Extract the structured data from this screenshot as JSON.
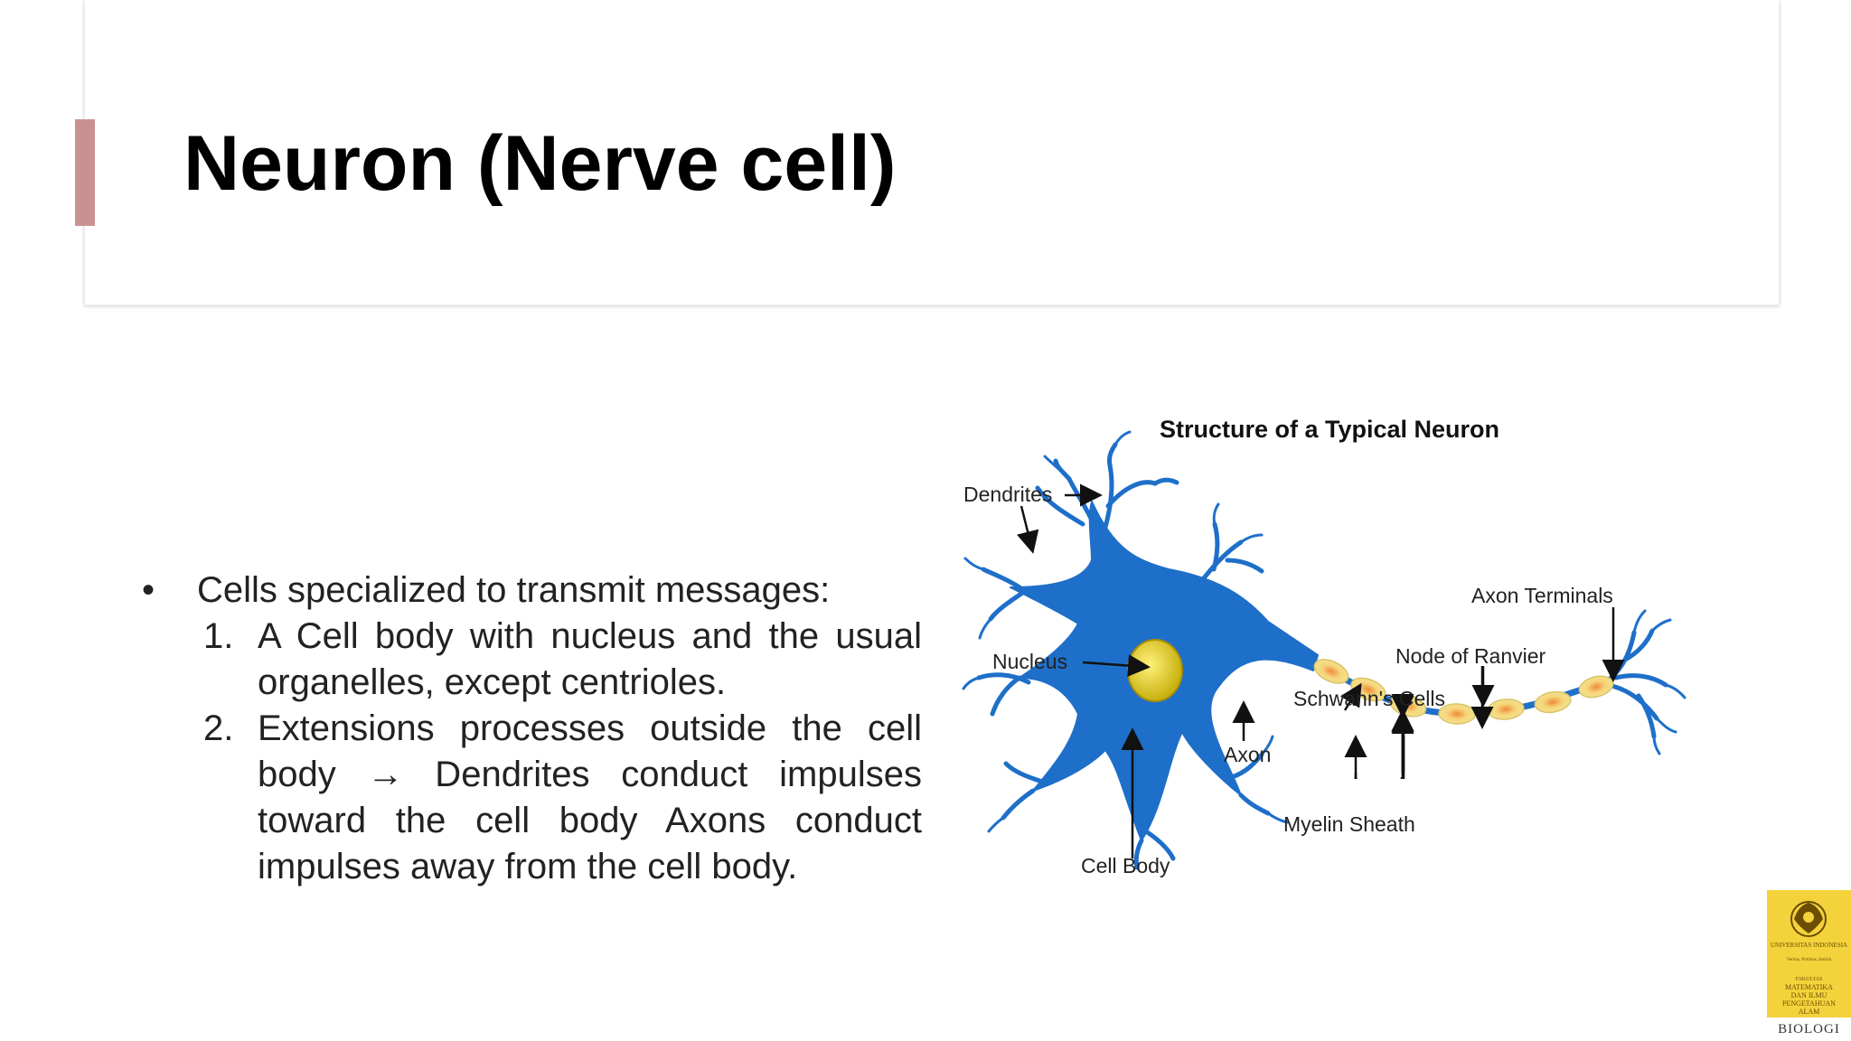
{
  "slide": {
    "title": "Neuron (Nerve cell)",
    "bullet_symbol": "•",
    "bullet_text": "Cells specialized to transmit messages:",
    "numbered_items": [
      {
        "label": "1.",
        "text": "A Cell body with nucleus and the usual organelles, except centrioles."
      },
      {
        "label": "2.",
        "text": "Extensions processes outside the cell body → Dendrites conduct impulses toward the cell body Axons conduct impulses away from the cell body."
      }
    ],
    "accent_color": "#c99290"
  },
  "diagram": {
    "title": "Structure of a Typical Neuron",
    "labels": {
      "dendrites": "Dendrites",
      "nucleus": "Nucleus",
      "cell_body": "Cell Body",
      "axon": "Axon",
      "schwann_cells": "Schwann's Cells",
      "myelin_sheath": "Myelin Sheath",
      "node_of_ranvier": "Node of Ranvier",
      "axon_terminals": "Axon Terminals"
    },
    "colors": {
      "neuron": "#1e6fc9",
      "nucleus": "#e7d21a",
      "myelin": "#f4e08a"
    }
  },
  "logo": {
    "university": "UNIVERSITAS INDONESIA",
    "motto": "Veritas, Probitas, Iustitia",
    "faculty_lines": [
      "FAKULTAS",
      "MATEMATIKA",
      "DAN ILMU",
      "PENGETAHUAN",
      "ALAM"
    ],
    "department": "BIOLOGI",
    "icon": "makara-emblem-icon",
    "color": "#f3d23c"
  }
}
